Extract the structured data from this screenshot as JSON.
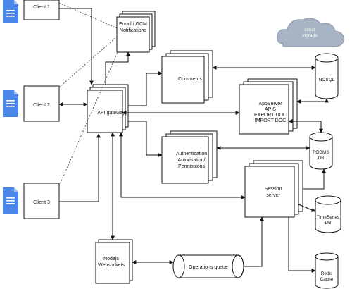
{
  "clients": [
    {
      "label": "Client 1",
      "icon": "document-icon"
    },
    {
      "label": "Client 2",
      "icon": "document-icon"
    },
    {
      "label": "Client 3",
      "icon": "document-icon"
    }
  ],
  "nodes": {
    "notifications": [
      "Email / GCM",
      "Notifications"
    ],
    "gateway": "API gateway",
    "comments": "Comments",
    "appserver": [
      "AppServer",
      "APIS",
      "EXPORT DOC",
      "IMPORT DOC"
    ],
    "auth": [
      "Authentication",
      "Autorisation/",
      "Permissions"
    ],
    "session": [
      "Session",
      "server"
    ],
    "nodejs": [
      "Nodejs",
      "Websockets"
    ],
    "queue": "Operations queue",
    "nosql": "NOSQL",
    "rdbms": [
      "RDBMS",
      "DB"
    ],
    "timeseries": [
      "TimeSeries",
      "DB"
    ],
    "redis": [
      "Redis",
      "Cache"
    ],
    "cloud": [
      "cloud",
      "storage"
    ]
  },
  "colors": {
    "doc_icon": "#4a86e8",
    "cloud": "#a7b4c4",
    "stroke": "#111111"
  }
}
